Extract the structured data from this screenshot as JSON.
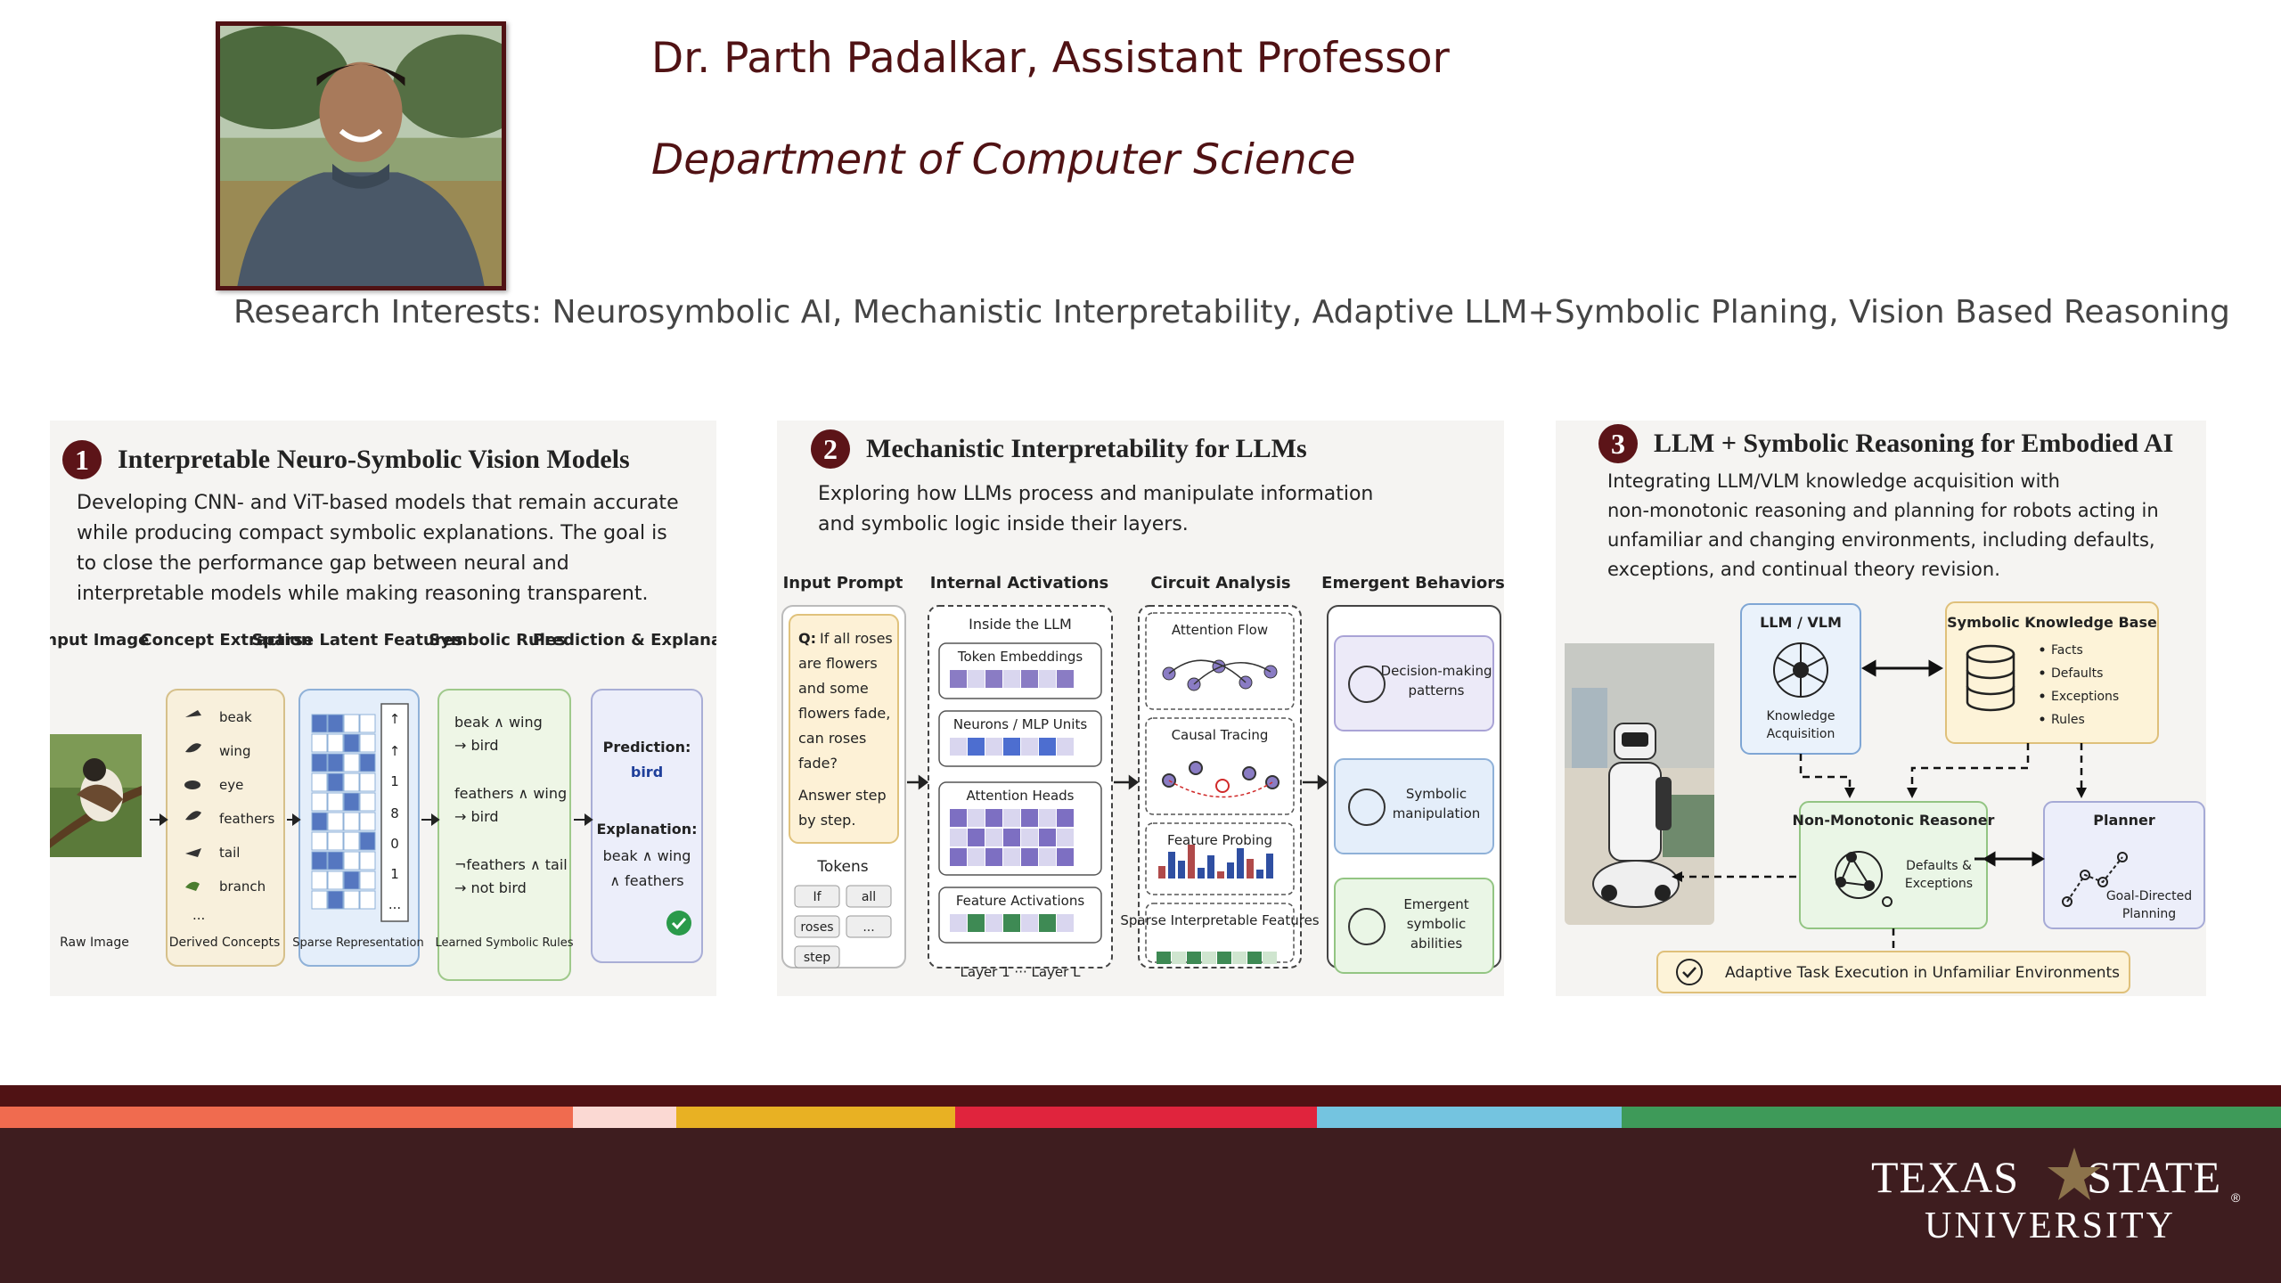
{
  "header": {
    "name_title": "Dr. Parth Padalkar, Assistant Professor",
    "department": "Department of Computer Science",
    "research_interests": "Research Interests: Neurosymbolic AI, Mechanistic Interpretability, Adaptive LLM+Symbolic Planing, Vision Based Reasoning"
  },
  "panels": [
    {
      "number": "1",
      "title": "Interpretable Neuro-Symbolic Vision Models",
      "description": [
        "Developing CNN- and ViT-based models that remain accurate",
        "while producing compact symbolic explanations. The goal is",
        "to close the performance gap between neural and",
        "interpretable models while making reasoning transparent."
      ],
      "columns": [
        "Input Image",
        "Concept Extraction",
        "Sparse Latent Features",
        "Symbolic Rules",
        "Prediction & Explanation"
      ],
      "concepts": [
        "beak",
        "wing",
        "eye",
        "feathers",
        "tail",
        "branch"
      ],
      "concepts_more": "...",
      "sparse_values": [
        "↑",
        "↑",
        "1",
        "8",
        "0",
        "1",
        "..."
      ],
      "rules": [
        "beak ∧ wing",
        "→ bird",
        "feathers ∧ wing",
        "→ bird",
        "¬feathers ∧ tail",
        "→ not bird"
      ],
      "prediction_label": "Prediction:",
      "prediction_value": "bird",
      "explanation_label": "Explanation:",
      "explanation_lines": [
        "beak ∧ wing",
        "∧ feathers"
      ],
      "captions": [
        "Raw Image",
        "Derived Concepts",
        "Sparse Representation",
        "Learned Symbolic Rules"
      ]
    },
    {
      "number": "2",
      "title": "Mechanistic Interpretability for LLMs",
      "description": [
        "Exploring how LLMs process and manipulate information",
        "and symbolic logic inside their layers."
      ],
      "columns": [
        "Input Prompt",
        "Internal Activations",
        "Circuit Analysis",
        "Emergent Behaviors"
      ],
      "prompt_q": "Q:",
      "prompt_lines": [
        "If all roses",
        "are flowers",
        "and some",
        "flowers fade,",
        "can roses",
        "fade?",
        "Answer step",
        "by step."
      ],
      "tokens_label": "Tokens",
      "tokens": [
        "If",
        "all",
        "roses",
        "...",
        "step"
      ],
      "inside_label": "Inside the LLM",
      "activations": [
        "Token Embeddings",
        "Neurons / MLP Units",
        "Attention Heads",
        "Feature Activations"
      ],
      "layers": "Layer 1  ···  Layer L",
      "circuits": [
        "Attention Flow",
        "Causal Tracing",
        "Feature Probing",
        "Sparse Interpretable Features"
      ],
      "behaviors": [
        "Decision-making patterns",
        "Symbolic manipulation",
        "Emergent symbolic abilities"
      ]
    },
    {
      "number": "3",
      "title": "LLM + Symbolic Reasoning for Embodied AI",
      "description": [
        "Integrating LLM/VLM knowledge acquisition with",
        "non-monotonic reasoning and planning for robots acting in",
        "unfamiliar and changing environments, including defaults,",
        "exceptions, and continual theory revision."
      ],
      "llm_box": {
        "title": "LLM / VLM",
        "caption": [
          "Knowledge",
          "Acquisition"
        ]
      },
      "kb_box": {
        "title": "Symbolic Knowledge Base",
        "items": [
          "Facts",
          "Defaults",
          "Exceptions",
          "Rules"
        ]
      },
      "reasoner_box": {
        "title": "Non-Monotonic Reasoner",
        "caption": [
          "Defaults &",
          "Exceptions"
        ]
      },
      "planner_box": {
        "title": "Planner",
        "caption": [
          "Goal-Directed",
          "Planning"
        ]
      },
      "task_bar": "Adaptive Task Execution in Unfamiliar Environments"
    }
  ],
  "stripe_colors": [
    "#f06b4f",
    "#fbd9d3",
    "#e8b123",
    "#e0243d",
    "#74c4e0",
    "#3e9a59"
  ],
  "brand_colors": {
    "maroon": "#501214",
    "footer": "#3e1d1f",
    "gold": "#8c734b"
  },
  "logo": {
    "line1_left": "TEXAS",
    "line1_right": "STATE",
    "line2": "UNIVERSITY",
    "registered": "®"
  }
}
